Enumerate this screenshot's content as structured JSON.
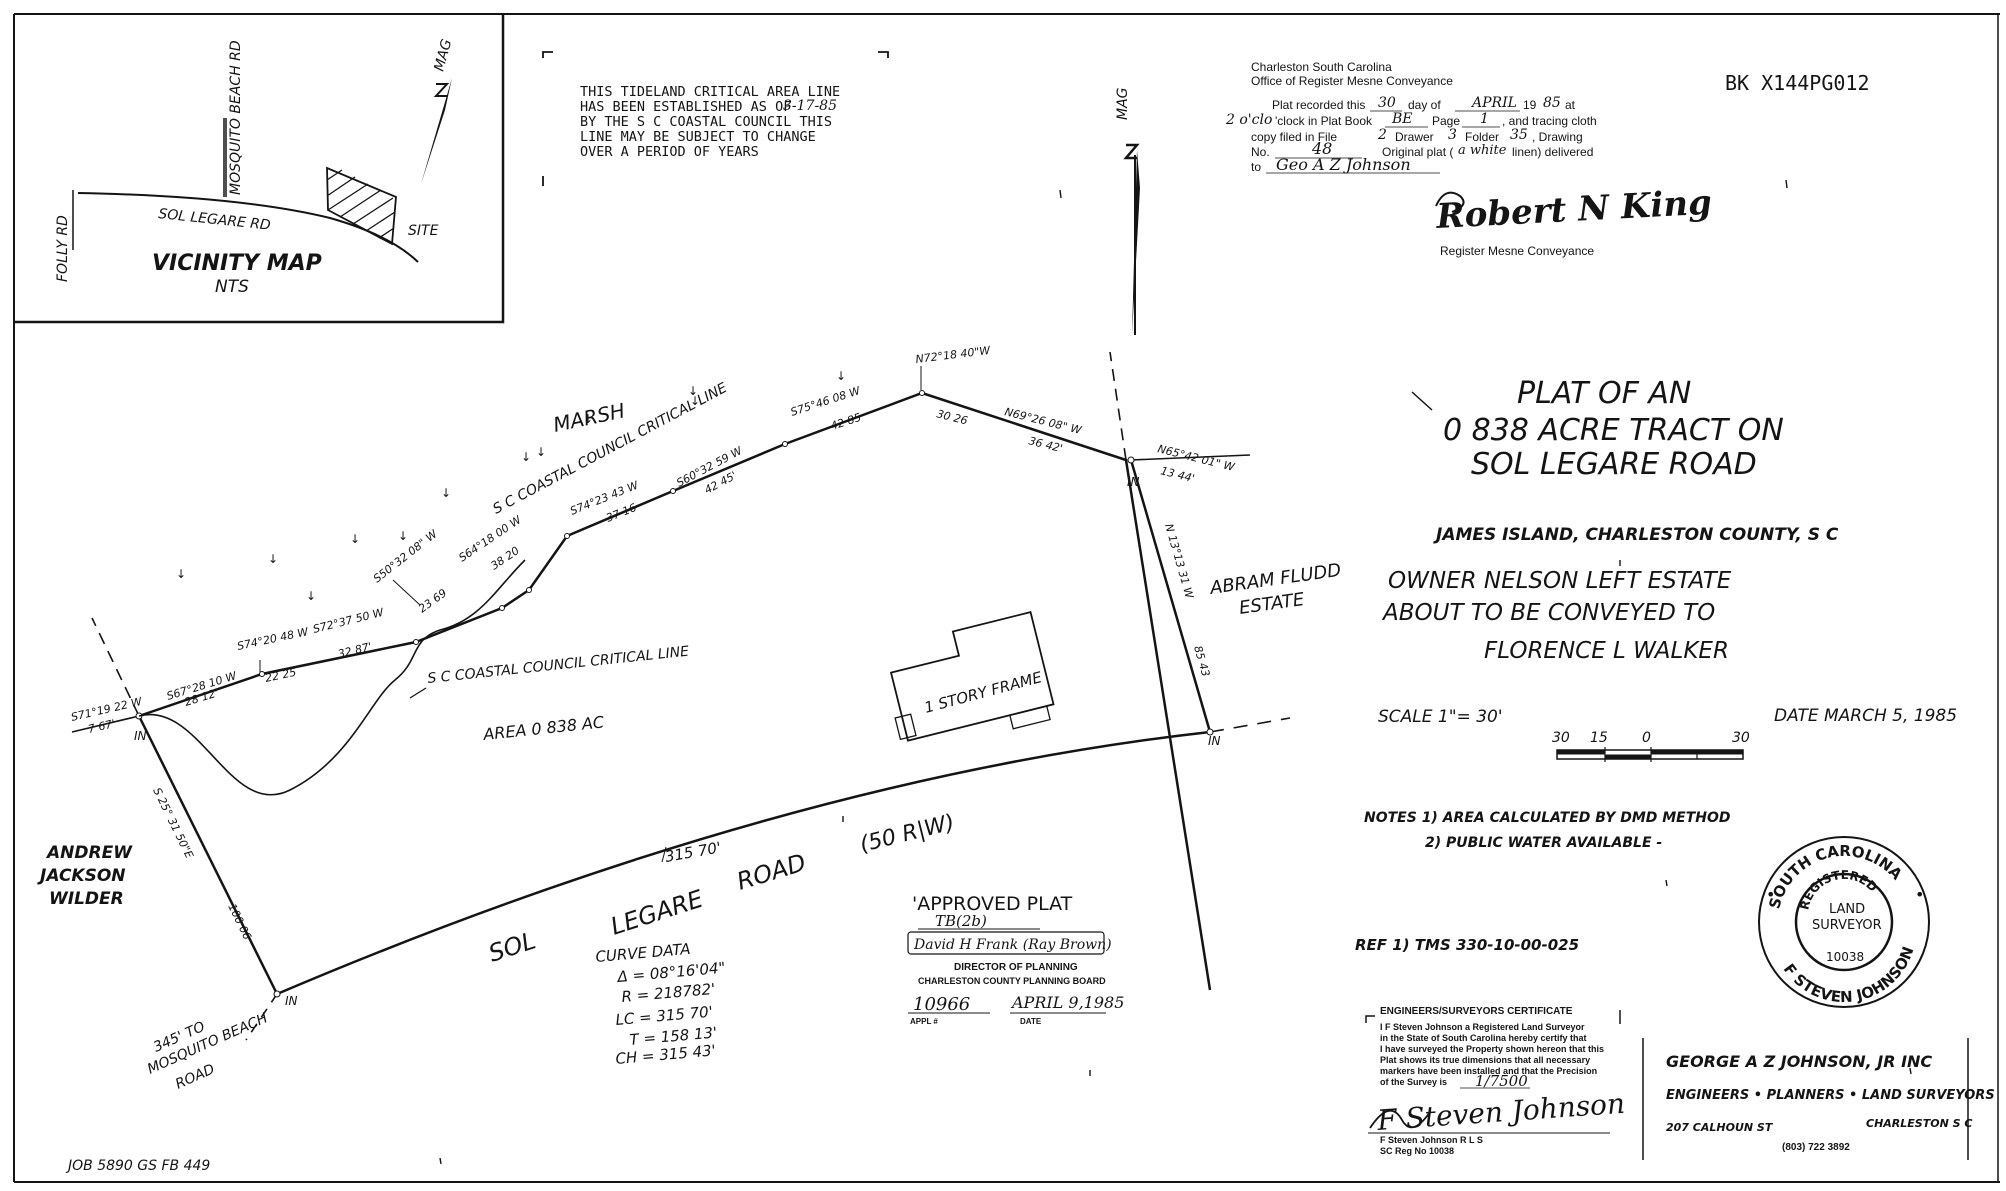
{
  "vicinity": {
    "road_mosquito_beach": "MOSQUITO BEACH RD",
    "road_folly": "FOLLY RD",
    "road_sol_legare": "SOL LEGARE RD",
    "site": "SITE",
    "mag": "MAG",
    "title": "VICINITY MAP",
    "scale": "NTS"
  },
  "critical_note": {
    "line1": "THIS TIDELAND CRITICAL AREA LINE",
    "line2": "HAS BEEN ESTABLISHED AS OF",
    "line2_date": "3-17-85",
    "line3": "BY THE S C  COASTAL COUNCIL   THIS",
    "line4": "LINE MAY BE SUBJECT TO CHANGE",
    "line5": "OVER A PERIOD OF YEARS"
  },
  "recording": {
    "line1": "Charleston South Carolina",
    "line2": "Office of Register Mesne Conveyance",
    "line3a": "Plat recorded this",
    "line3_day": "30",
    "line3b": "day of",
    "line3_month": "APRIL",
    "line3c": "19",
    "line3_year": "85",
    "line3d": "at",
    "line4_time": "2 o'clo",
    "line4a": "'clock in Plat Book",
    "line4_book": "BE",
    "line4b": "Page",
    "line4_page": "1",
    "line4c": ", and tracing cloth",
    "line5a": "copy filed in File",
    "line5_file": "2",
    "line5b": "Drawer",
    "line5_drawer": "3",
    "line5c": "Folder",
    "line5_folder": "35",
    "line5d": ", Drawing",
    "line6a": "No.",
    "line6_no": "48",
    "line6b": "Original plat (",
    "line6_hand": "a white",
    "line6c": "linen) delivered",
    "line7a": "to",
    "line7_hand": "Geo A Z Johnson",
    "signature": "Robert N King",
    "signature_label": "Register Mesne Conveyance"
  },
  "book_ref": "BK  X144PG012",
  "title": {
    "line1": "PLAT OF AN",
    "line2": "0 838 ACRE TRACT ON",
    "line3": "SOL  LEGARE ROAD"
  },
  "location": "JAMES ISLAND, CHARLESTON COUNTY,  S C",
  "owner": {
    "line1": "OWNER NELSON LEFT ESTATE",
    "line2": "ABOUT TO BE  CONVEYED TO",
    "line3": "FLORENCE L  WALKER"
  },
  "scale": {
    "label": "SCALE  1\"= 30'",
    "ticks": [
      "30",
      "15",
      "0",
      "30"
    ]
  },
  "date": "DATE  MARCH 5, 1985",
  "notes": {
    "line1": "NOTES  1) AREA CALCULATED BY DMD METHOD",
    "line2": "2) PUBLIC WATER AVAILABLE  -"
  },
  "ref": "REF    1)  TMS 330-10-00-025",
  "plat": {
    "marsh": "MARSH",
    "critical_line_1": "S C COASTAL COUNCIL CRITICAL LINE",
    "critical_line_2": "S C COASTAL COUNCIL CRITICAL LINE",
    "area": "AREA  0 838 AC",
    "house": "1 STORY FRAME",
    "road_width": "(50  R|W)",
    "road_sol": "SOL",
    "road_legare": "LEGARE",
    "road_road": "ROAD",
    "arc_length": "315 70'",
    "neighbor_nw_1": "ANDREW",
    "neighbor_nw_2": "JACKSON",
    "neighbor_nw_3": "WILDER",
    "neighbor_e_1": "ABRAM FLUDD",
    "neighbor_e_2": "ESTATE",
    "to_mosquito_1": "345' TO",
    "to_mosquito_2": "MOSQUITO BEACH",
    "to_mosquito_3": "ROAD",
    "in": "IN",
    "mag": "MAG",
    "bearings": {
      "b1": "S71°19 22  W",
      "d1": "7 67'",
      "b2": "S67°28 10  W",
      "d2": "28 12'",
      "b3": "S74°20 48  W",
      "d3": "22 25",
      "b4": "S72°37 50  W",
      "d4": "32 87'",
      "b5": "S50°32 08\" W",
      "d5": "23 69",
      "b6": "S64°18 00  W",
      "d6": "38 20",
      "b7": "S74°23 43  W",
      "d7": "37 16",
      "b8": "S60°32 59  W",
      "d8": "42 45'",
      "b9": "S75°46 08  W",
      "d9": "42 85",
      "b10": "N72°18 40\"W",
      "d10": "30 26",
      "b11": "N69°26 08\" W",
      "d11": "36 42'",
      "b12": "N65°42 01\" W",
      "d12": "13 44'",
      "east": "N 13°13  31  W",
      "east_d": "85 43",
      "west": "S 25° 31  50\"E",
      "west_d": "100 06"
    }
  },
  "curve": {
    "title": "CURVE  DATA",
    "delta": "Δ  =  08°16'04\"",
    "r": "R  =  218782'",
    "lc": "LC  =  315 70'",
    "t": "T  =  158 13'",
    "ch": "CH  =  315 43'"
  },
  "approved": {
    "title": "'APPROVED PLAT",
    "code": "TB(2b)",
    "signature": "David H Frank (Ray Brown)",
    "line1": "DIRECTOR OF PLANNING",
    "line2": "CHARLESTON COUNTY PLANNING BOARD",
    "appl_no": "10966",
    "appl_label": "APPL #",
    "date_value": "APRIL 9,1985",
    "date_label": "DATE"
  },
  "seal": {
    "top": "SOUTH CAROLINA",
    "registered": "REGISTERED",
    "center1": "LAND",
    "center2": "SURVEYOR",
    "number": "10038",
    "bottom": "F  STEVEN JOHNSON"
  },
  "certificate": {
    "title": "ENGINEERS/SURVEYORS CERTIFICATE",
    "line1": "I  F  Steven Johnson  a  Registered Land Surveyor",
    "line2": "in  the State of South Carolina hereby certify that",
    "line3": "I have surveyed the Property shown hereon that this",
    "line4": "Plat shows its true dimensions  that all necessary",
    "line5": "markers have been installed and that the Precision",
    "line6": "of the Survey is",
    "precision": "1/7500",
    "signer": "F Steven Johnson R L S",
    "reg": "SC Reg No 10038",
    "signature": "F Steven Johnson"
  },
  "firm": {
    "name": "GEORGE  A Z  JOHNSON, JR   INC",
    "services": "ENGINEERS  •  PLANNERS  •  LAND SURVEYORS",
    "address": "207  CALHOUN  ST",
    "city": "CHARLESTON  S C",
    "phone": "(803)  722 3892"
  },
  "job": "JOB  5890  GS  FB 449"
}
